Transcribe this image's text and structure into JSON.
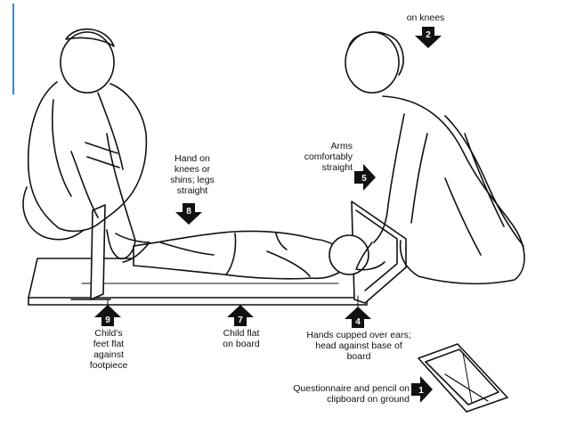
{
  "accent_line_color": "#2b8be0",
  "callouts": [
    {
      "id": "on-knees",
      "number": "2",
      "text": "on knees",
      "arrow": "down-arrow-icon"
    },
    {
      "id": "arms-straight",
      "number": "5",
      "text": "Arms\ncomfortably\nstraight",
      "arrow": "right-arrow-icon"
    },
    {
      "id": "hand-on-knees",
      "number": "8",
      "text": "Hand on\nknees or\nshins; legs\nstraight",
      "arrow": "down-arrow-icon"
    },
    {
      "id": "feet-flat",
      "number": "9",
      "text": "Child's\nfeet flat\nagainst\nfootpiece",
      "arrow": "up-arrow-icon"
    },
    {
      "id": "child-flat",
      "number": "7",
      "text": "Child flat\non board",
      "arrow": "up-arrow-icon"
    },
    {
      "id": "hands-cupped",
      "number": "4",
      "text": "Hands cupped over ears;\nhead against base of\nboard",
      "arrow": "up-arrow-icon"
    },
    {
      "id": "questionnaire",
      "number": "1",
      "text": "Questionnaire and pencil on\nclipboard on ground",
      "arrow": "right-arrow-icon"
    }
  ]
}
